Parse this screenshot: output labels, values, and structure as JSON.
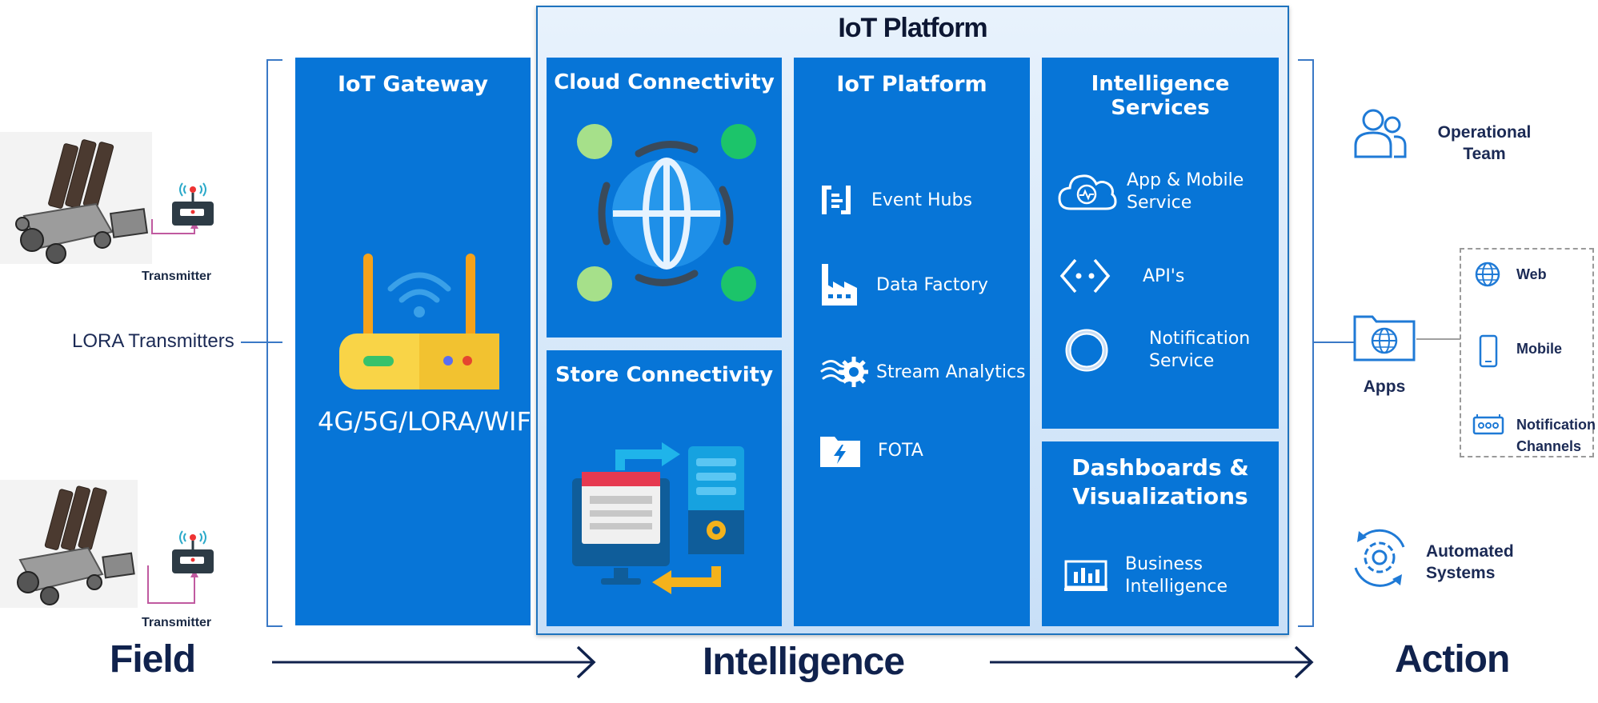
{
  "field": {
    "transmitter_label_1": "Transmitter",
    "transmitter_label_2": "Transmitter",
    "lora_label": "LORA Transmitters"
  },
  "gateway": {
    "title": "IoT Gateway",
    "protocols": "4G/5G/LORA/WIF"
  },
  "platform": {
    "title": "IoT Platform",
    "cloud_title": "Cloud Connectivity",
    "store_title": "Store Connectivity",
    "iot_title": "IoT Platform",
    "iot_items": [
      {
        "label": "Event Hubs",
        "icon": "event-hubs-icon"
      },
      {
        "label": "Data Factory",
        "icon": "data-factory-icon"
      },
      {
        "label": "Stream Analytics",
        "icon": "stream-analytics-icon"
      },
      {
        "label": "FOTA",
        "icon": "fota-folder-icon"
      }
    ],
    "intel_title": "Intelligence Services",
    "intel_items": [
      {
        "label_1": "App & Mobile",
        "label_2": "Service",
        "icon": "cloud-icon"
      },
      {
        "label_1": "API's",
        "label_2": "",
        "icon": "api-icon"
      },
      {
        "label_1": "Notification",
        "label_2": "Service",
        "icon": "ring-icon"
      }
    ],
    "dash_title_1": "Dashboards &",
    "dash_title_2": "Visualizations",
    "dash_item_1": "Business",
    "dash_item_2": "Intelligence"
  },
  "action": {
    "operational_1": "Operational",
    "operational_2": "Team",
    "apps": "Apps",
    "automated_1": "Automated",
    "automated_2": "Systems",
    "channels": {
      "web": "Web",
      "mobile": "Mobile",
      "notification_1": "Notification",
      "notification_2": "Channels"
    }
  },
  "captions": {
    "field": "Field",
    "intelligence": "Intelligence",
    "action": "Action"
  },
  "colors": {
    "panel_blue": "#0775d7",
    "platform_border": "#1e73be",
    "caption_navy": "#10224d",
    "icon_blue": "#1f7ad6"
  }
}
